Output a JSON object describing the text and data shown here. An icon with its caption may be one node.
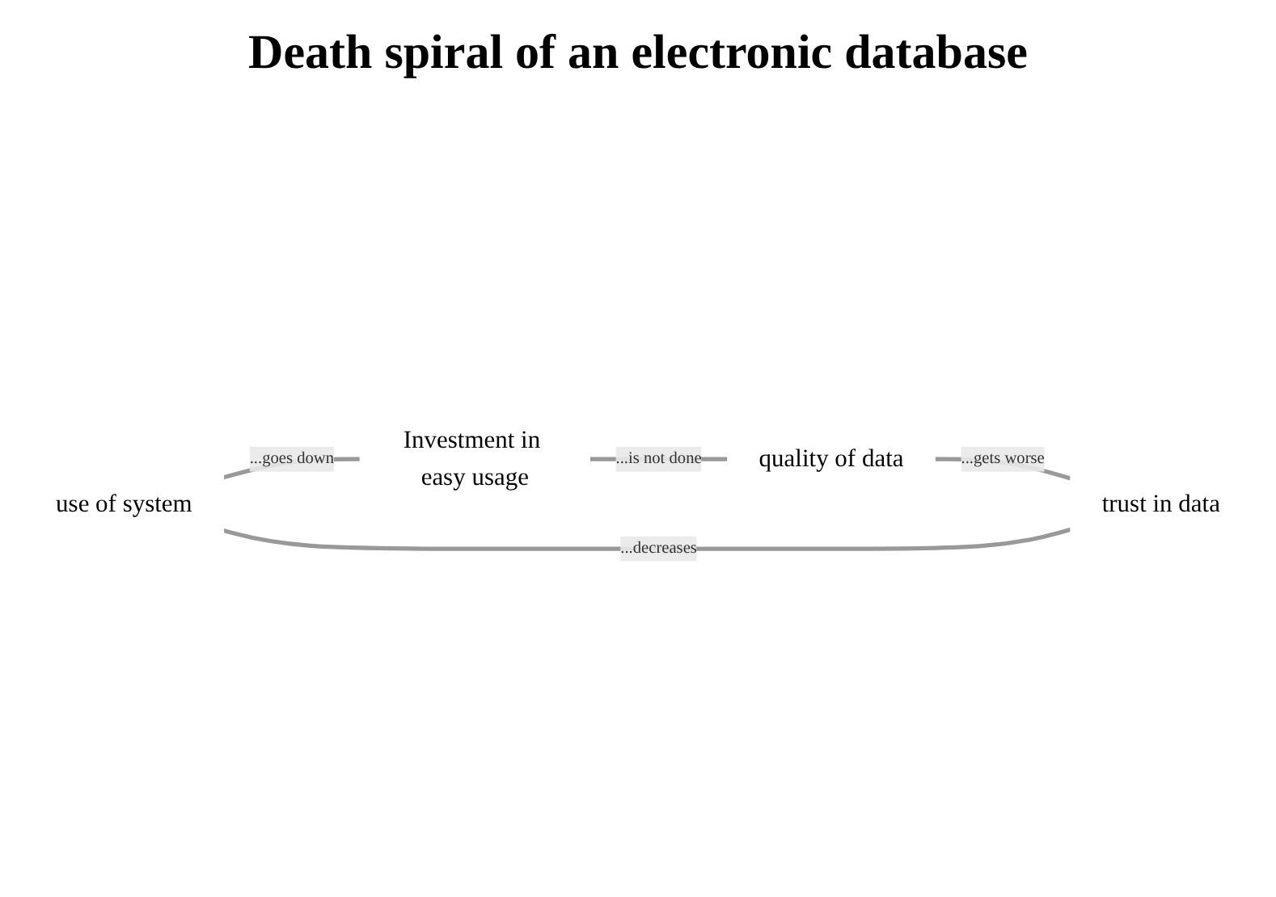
{
  "diagram": {
    "title": "Death spiral of an electronic database",
    "nodes": [
      {
        "text": [
          "use of system"
        ]
      },
      {
        "text": [
          "Investment in easy usage"
        ]
      },
      {
        "text": [
          "quality of data"
        ]
      },
      {
        "text": [
          "trust in data"
        ]
      }
    ],
    "edges": [
      {
        "from": 0,
        "to": 1,
        "arrow": "none",
        "label": "...goes down"
      },
      {
        "from": 1,
        "to": 2,
        "arrow": "none",
        "label": "...is not done"
      },
      {
        "from": 2,
        "to": 3,
        "arrow": "none",
        "label": "...gets worse"
      },
      {
        "from": 3,
        "to": 0,
        "arrow": "none",
        "label": "...decreases"
      }
    ]
  }
}
